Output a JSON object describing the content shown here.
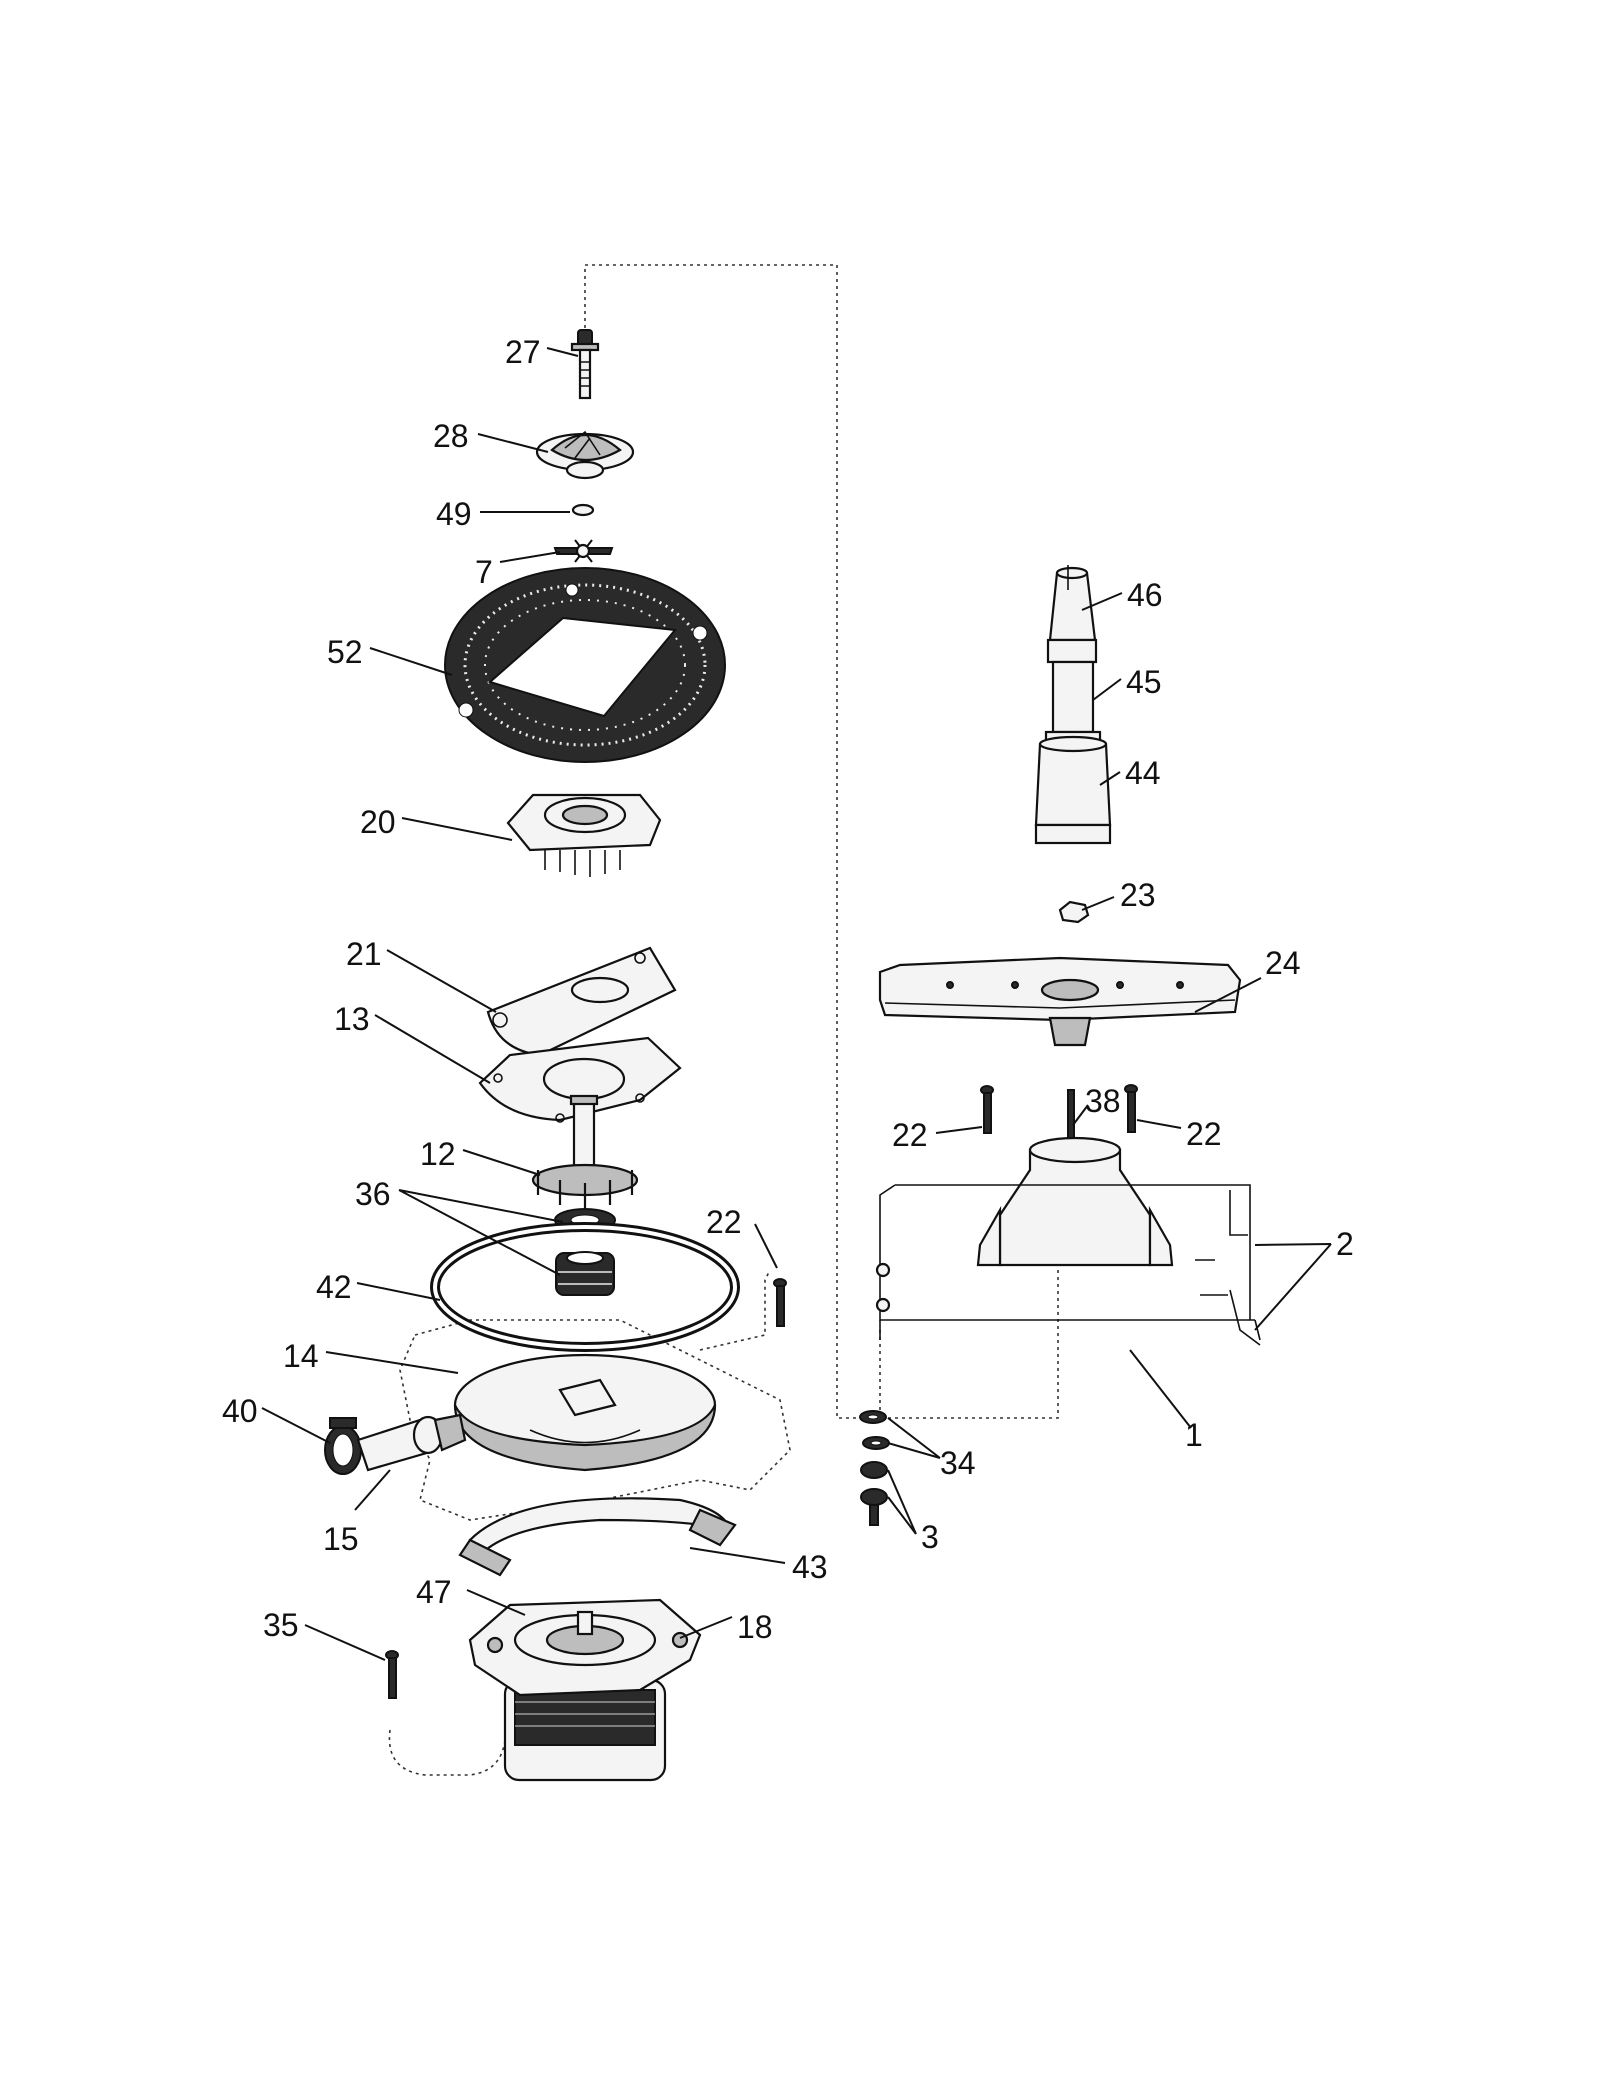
{
  "callouts": {
    "c27": "27",
    "c28": "28",
    "c49": "49",
    "c7": "7",
    "c52": "52",
    "c20": "20",
    "c21": "21",
    "c13": "13",
    "c12": "12",
    "c36": "36",
    "c22a": "22",
    "c42": "42",
    "c14": "14",
    "c40": "40",
    "c15": "15",
    "c43": "43",
    "c47": "47",
    "c18": "18",
    "c35": "35",
    "c46": "46",
    "c45": "45",
    "c44": "44",
    "c23": "23",
    "c24": "24",
    "c38": "38",
    "c22b": "22",
    "c22c": "22",
    "c2": "2",
    "c1": "1",
    "c34": "34",
    "c3": "3"
  },
  "colors": {
    "line": "#111111",
    "fill_light": "#f4f4f4",
    "fill_mid": "#bdbdbd",
    "fill_dark": "#2a2a2a"
  }
}
